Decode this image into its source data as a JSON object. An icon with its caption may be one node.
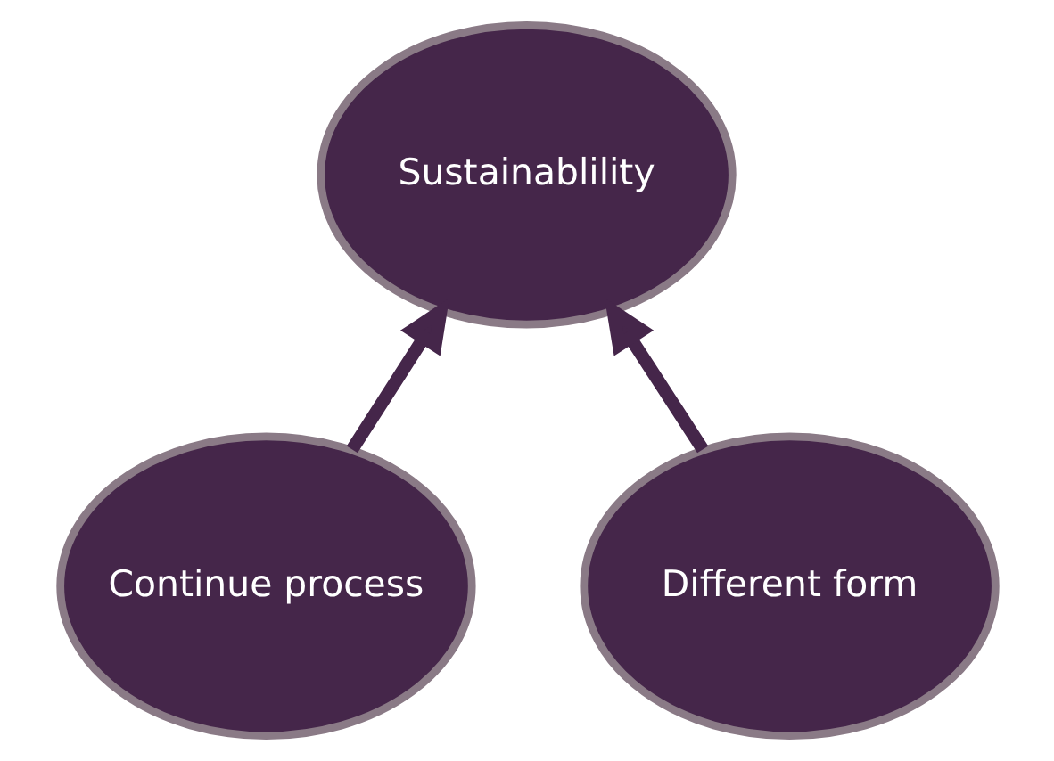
{
  "diagram": {
    "nodes": [
      {
        "text": [
          "Sustainablility"
        ]
      },
      {
        "text": [
          "Continue process"
        ]
      },
      {
        "text": [
          "Different form"
        ]
      }
    ],
    "edges": [
      {
        "from": 1,
        "to": 0,
        "arrow": "to"
      },
      {
        "from": 2,
        "to": 0,
        "arrow": "to"
      }
    ]
  }
}
